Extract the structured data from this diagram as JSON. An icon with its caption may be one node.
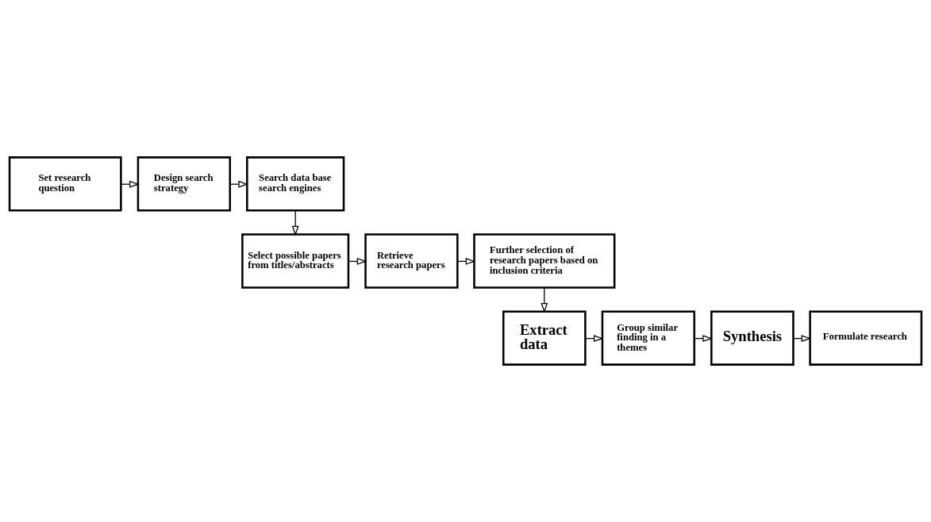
{
  "diagram": {
    "nodes": [
      {
        "text": [
          "Set research question"
        ]
      },
      {
        "text": [
          "Design search strategy"
        ]
      },
      {
        "text": [
          "Search data base search engines"
        ]
      },
      {
        "text": [
          "Select possible papers from titles/abstracts"
        ]
      },
      {
        "text": [
          "Retrieve research papers"
        ]
      },
      {
        "text": [
          "Further selection of research papers based on inclusion criteria"
        ]
      },
      {
        "text": [
          "Extract data"
        ]
      },
      {
        "text": [
          "Group similar finding in a themes"
        ]
      },
      {
        "text": [
          "Synthesis"
        ]
      },
      {
        "text": [
          "Formulate research"
        ]
      }
    ],
    "edges": [
      {
        "from": 0,
        "to": 1,
        "arrow": "to"
      },
      {
        "from": 1,
        "to": 2,
        "arrow": "to"
      },
      {
        "from": 2,
        "to": 3,
        "arrow": "to"
      },
      {
        "from": 3,
        "to": 4,
        "arrow": "to"
      },
      {
        "from": 4,
        "to": 5,
        "arrow": "to"
      },
      {
        "from": 5,
        "to": 6,
        "arrow": "to"
      },
      {
        "from": 6,
        "to": 7,
        "arrow": "to"
      },
      {
        "from": 7,
        "to": 8,
        "arrow": "to"
      },
      {
        "from": 8,
        "to": 9,
        "arrow": "to"
      }
    ]
  }
}
